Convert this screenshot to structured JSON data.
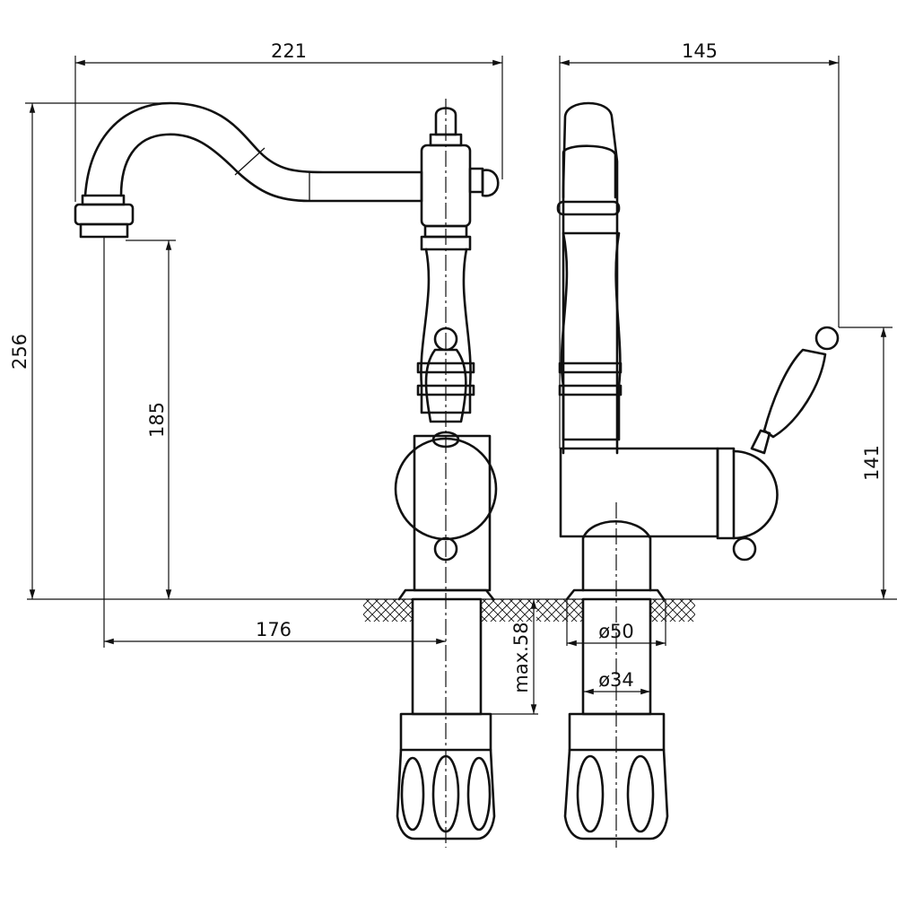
{
  "title": "Faucet technical drawing",
  "dimensions": {
    "overall_width_front": "221",
    "overall_depth_side": "145",
    "overall_height": "256",
    "spout_height": "185",
    "handle_height": "141",
    "spout_reach": "176",
    "max_deck_thickness": "max.58",
    "hole_diameter": "ø50",
    "pipe_diameter": "ø34"
  },
  "colors": {
    "line": "#111111",
    "background": "#ffffff"
  }
}
